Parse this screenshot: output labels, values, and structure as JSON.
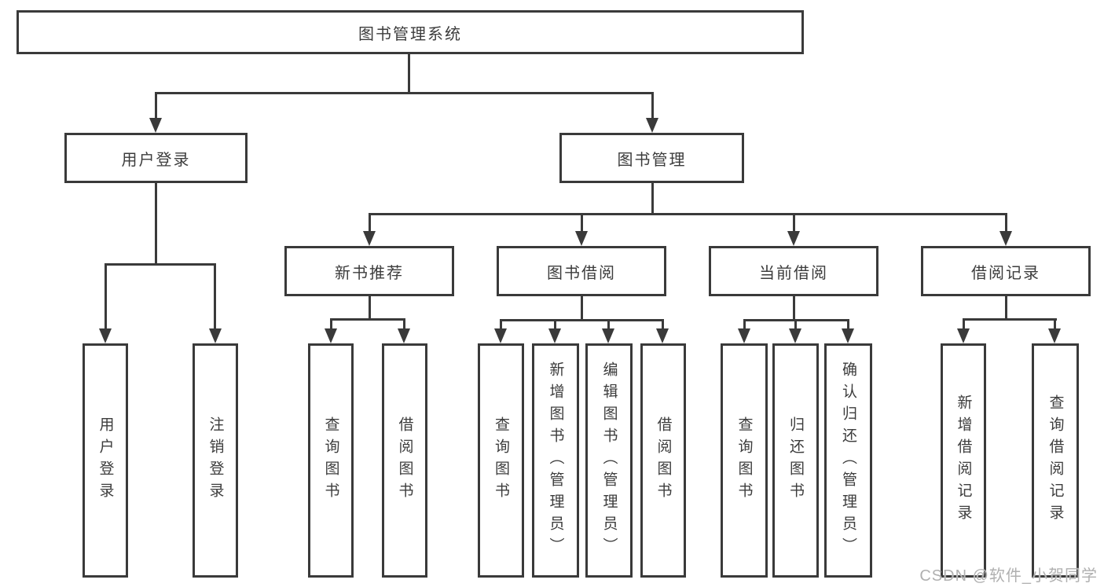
{
  "diagram": {
    "root": {
      "label": "图书管理系统"
    },
    "user_login": {
      "label": "用户登录",
      "children": [
        "用户登录",
        "注销登录"
      ]
    },
    "book_management": {
      "label": "图书管理",
      "groups": [
        {
          "label": "新书推荐",
          "children": [
            "查询图书",
            "借阅图书"
          ]
        },
        {
          "label": "图书借阅",
          "children": [
            "查询图书",
            "新增图书（管理员）",
            "编辑图书（管理员）",
            "借阅图书"
          ]
        },
        {
          "label": "当前借阅",
          "children": [
            "查询图书",
            "归还图书",
            "确认归还（管理员）"
          ]
        },
        {
          "label": "借阅记录",
          "children": [
            "新增借阅记录",
            "查询借阅记录"
          ]
        }
      ]
    },
    "watermark": "CSDN @软件_小贺同学",
    "colors": {
      "line": "#3a3a3a",
      "text": "#3c3c3c",
      "background": "#ffffff",
      "watermark": "#b0b0b0"
    }
  }
}
